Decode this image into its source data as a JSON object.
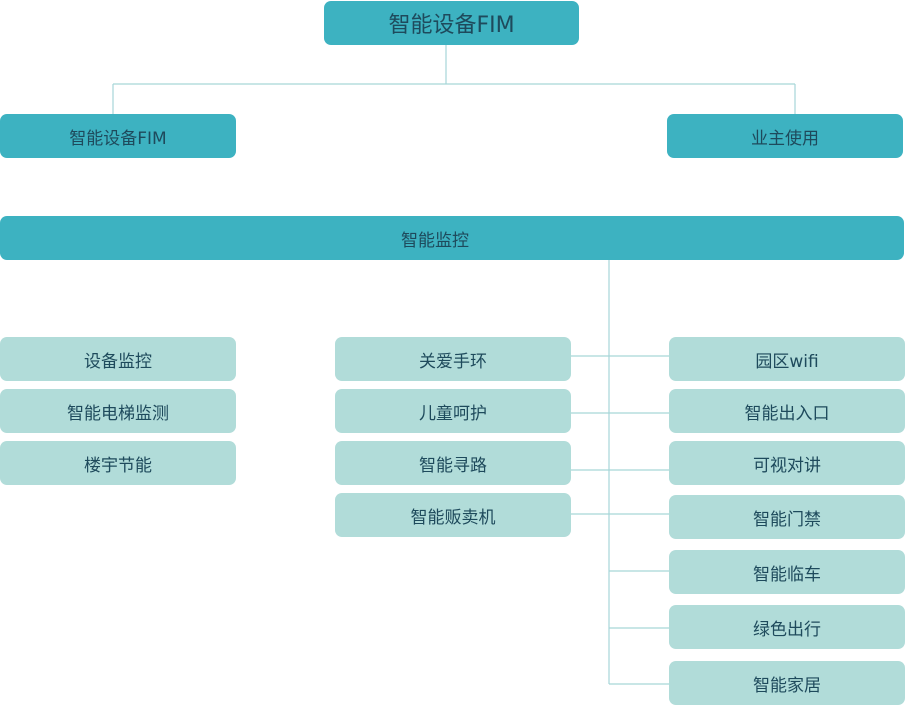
{
  "root": {
    "label": "智能设备FIM"
  },
  "level2": {
    "left": "智能设备FIM",
    "right": "业主使用"
  },
  "monitor": {
    "label": "智能监控"
  },
  "col_left": [
    "设备监控",
    "智能电梯监测",
    "楼宇节能"
  ],
  "col_mid": [
    "关爱手环",
    "儿童呵护",
    "智能寻路",
    "智能贩卖机"
  ],
  "col_right": [
    "园区wifi",
    "智能出入口",
    "可视对讲",
    "智能门禁",
    "智能临车",
    "绿色出行",
    "智能家居"
  ],
  "colors": {
    "dark": "#3db2c1",
    "light": "#b1dcd9",
    "text": "#1e4a5c",
    "line": "#a6d6d8"
  }
}
